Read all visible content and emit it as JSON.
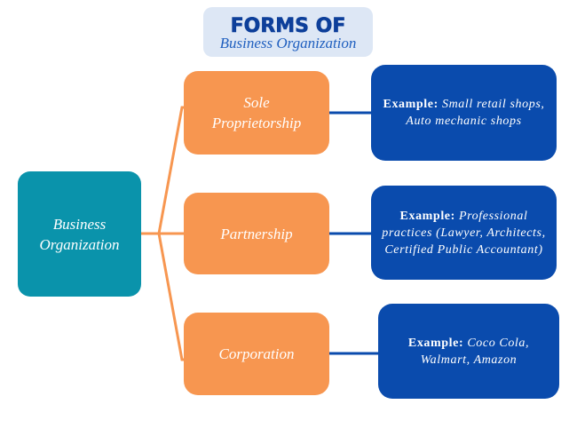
{
  "title": {
    "main": "FORMS OF",
    "sub": "Business Organization"
  },
  "root": {
    "label": "Business Organization"
  },
  "forms": [
    {
      "label": "Sole Proprietorship",
      "example_label": "Example:",
      "example_text": "Small retail shops, Auto mechanic shops"
    },
    {
      "label": "Partnership",
      "example_label": "Example:",
      "example_text": "Professional practices (Lawyer, Architects, Certified Public Accountant)"
    },
    {
      "label": "Corporation",
      "example_label": "Example:",
      "example_text": "Coco Cola, Walmart, Amazon"
    }
  ],
  "colors": {
    "title_background": "#dde7f5",
    "title_main": "#0d3f9a",
    "title_sub": "#1f5fbf",
    "root_fill": "#0a93ab",
    "form_fill": "#f79650",
    "example_fill": "#0a4bad",
    "branch_connector": "#f79650",
    "example_connector": "#0a4bad"
  }
}
